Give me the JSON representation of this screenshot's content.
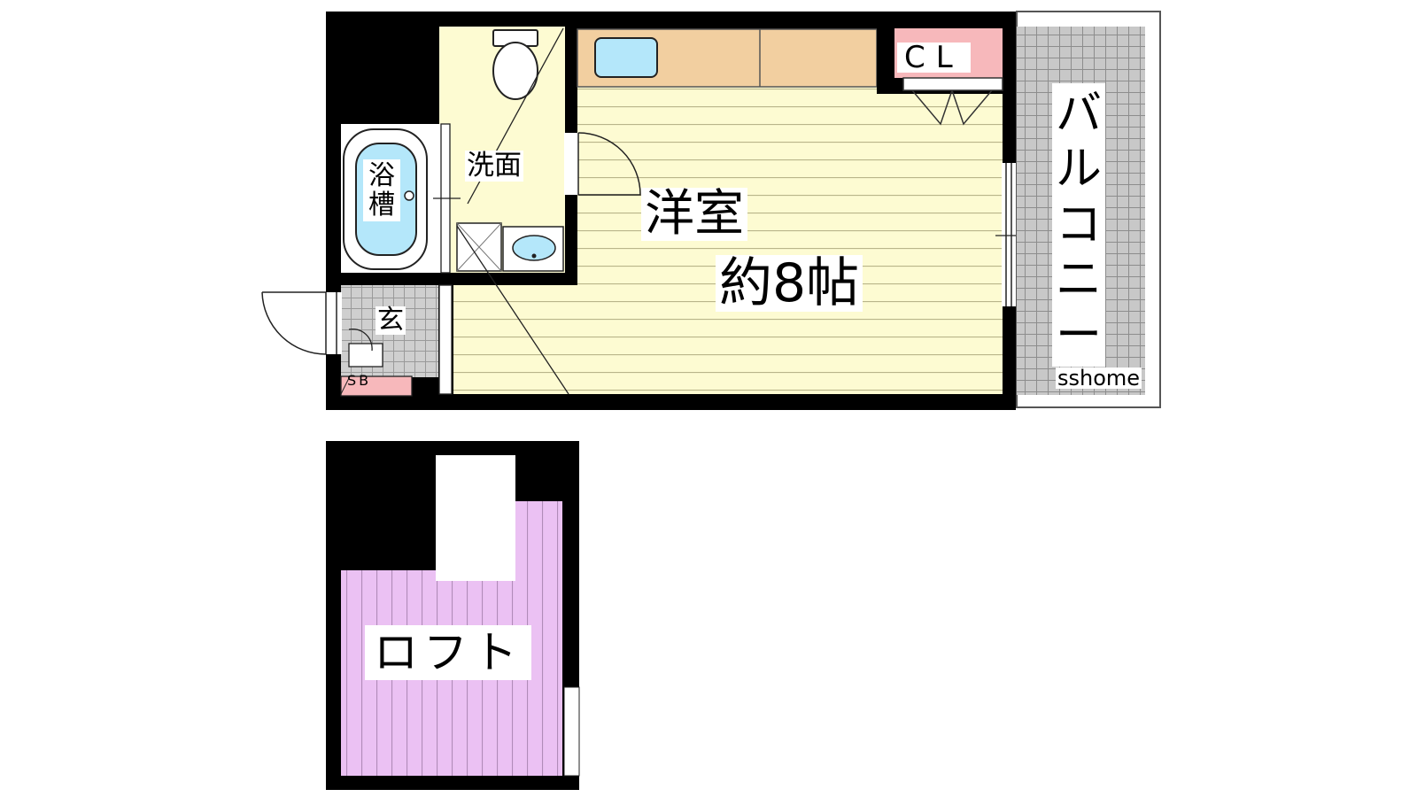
{
  "labels": {
    "western_room": "洋室",
    "room_size": "約8帖",
    "washroom": "洗面",
    "bathtub": "浴槽",
    "entrance": "玄",
    "shoe_box": "SB",
    "closet": "CL",
    "balcony": "バルコニー",
    "brand": "sshome",
    "loft": "ロフト"
  },
  "colors": {
    "wall": "#000000",
    "floor_room": "#fdfbd2",
    "floor_lines": "#b9b58a",
    "washroom_floor": "#fdfbd2",
    "counter": "#f2cfa0",
    "closet": "#f7b8bb",
    "shoe_box": "#f7b8bb",
    "balcony_tile": "#c8c8c8",
    "loft_floor": "#ebc1f3",
    "fixture_blue": "#b4e7fa"
  }
}
